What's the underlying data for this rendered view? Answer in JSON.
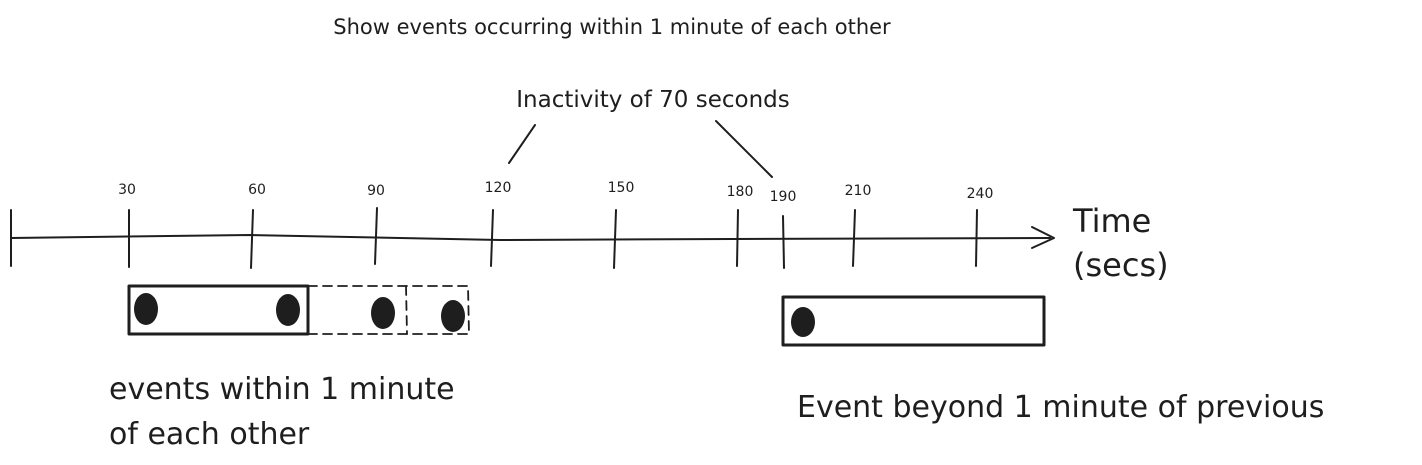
{
  "title": "Show events occurring within 1 minute of each other",
  "inactivity_label": "Inactivity of 70 seconds",
  "axis": {
    "label_line1": "Time",
    "label_line2": "(secs)",
    "ticks": [
      "30",
      "60",
      "90",
      "120",
      "150",
      "180",
      "190",
      "210",
      "240"
    ]
  },
  "captions": {
    "left_line1": "events within 1 minute",
    "left_line2": "of each other",
    "right": "Event beyond 1 minute of previous"
  },
  "events": {
    "grouped_times_secs": [
      30,
      67,
      90,
      110
    ],
    "isolated_time_secs": [
      190
    ]
  }
}
